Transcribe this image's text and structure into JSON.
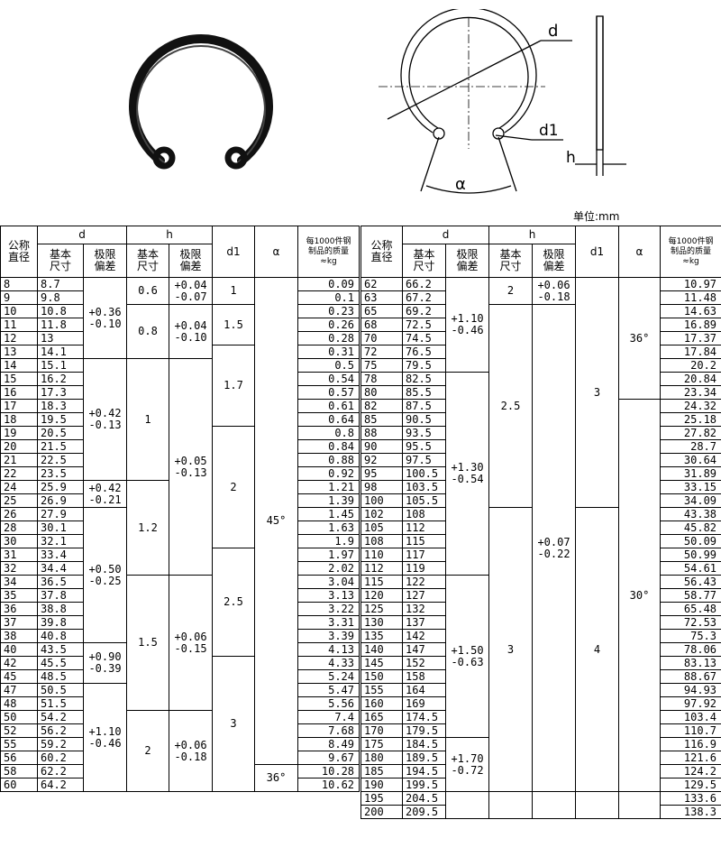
{
  "labels": {
    "d": "d",
    "d1": "d1",
    "h": "h",
    "alpha": "α",
    "unit": "单位:mm",
    "nominal": "公称\n直径",
    "basic": "基本\n尺寸",
    "tolerance": "极限\n偏差",
    "mass": "每1000件钢\n制品的质量\n≈kg"
  },
  "left_table": {
    "rows": [
      {
        "n": "8",
        "d": "8.7",
        "m": "0.09"
      },
      {
        "n": "9",
        "d": "9.8",
        "m": "0.1"
      },
      {
        "n": "10",
        "d": "10.8",
        "m": "0.23"
      },
      {
        "n": "11",
        "d": "11.8",
        "m": "0.26"
      },
      {
        "n": "12",
        "d": "13",
        "m": "0.28"
      },
      {
        "n": "13",
        "d": "14.1",
        "m": "0.31"
      },
      {
        "n": "14",
        "d": "15.1",
        "m": "0.5"
      },
      {
        "n": "15",
        "d": "16.2",
        "m": "0.54"
      },
      {
        "n": "16",
        "d": "17.3",
        "m": "0.57"
      },
      {
        "n": "17",
        "d": "18.3",
        "m": "0.61"
      },
      {
        "n": "18",
        "d": "19.5",
        "m": "0.64"
      },
      {
        "n": "19",
        "d": "20.5",
        "m": "0.8"
      },
      {
        "n": "20",
        "d": "21.5",
        "m": "0.84"
      },
      {
        "n": "21",
        "d": "22.5",
        "m": "0.88"
      },
      {
        "n": "22",
        "d": "23.5",
        "m": "0.92"
      },
      {
        "n": "24",
        "d": "25.9",
        "m": "1.21"
      },
      {
        "n": "25",
        "d": "26.9",
        "m": "1.39"
      },
      {
        "n": "26",
        "d": "27.9",
        "m": "1.45"
      },
      {
        "n": "28",
        "d": "30.1",
        "m": "1.63"
      },
      {
        "n": "30",
        "d": "32.1",
        "m": "1.9"
      },
      {
        "n": "31",
        "d": "33.4",
        "m": "1.97"
      },
      {
        "n": "32",
        "d": "34.4",
        "m": "2.02"
      },
      {
        "n": "34",
        "d": "36.5",
        "m": "3.04"
      },
      {
        "n": "35",
        "d": "37.8",
        "m": "3.13"
      },
      {
        "n": "36",
        "d": "38.8",
        "m": "3.22"
      },
      {
        "n": "37",
        "d": "39.8",
        "m": "3.31"
      },
      {
        "n": "38",
        "d": "40.8",
        "m": "3.39"
      },
      {
        "n": "40",
        "d": "43.5",
        "m": "4.13"
      },
      {
        "n": "42",
        "d": "45.5",
        "m": "4.33"
      },
      {
        "n": "45",
        "d": "48.5",
        "m": "5.24"
      },
      {
        "n": "47",
        "d": "50.5",
        "m": "5.47"
      },
      {
        "n": "48",
        "d": "51.5",
        "m": "5.56"
      },
      {
        "n": "50",
        "d": "54.2",
        "m": "7.4"
      },
      {
        "n": "52",
        "d": "56.2",
        "m": "7.68"
      },
      {
        "n": "55",
        "d": "59.2",
        "m": "8.49"
      },
      {
        "n": "56",
        "d": "60.2",
        "m": "9.67"
      },
      {
        "n": "58",
        "d": "62.2",
        "m": "10.28"
      },
      {
        "n": "60",
        "d": "64.2",
        "m": "10.62"
      }
    ],
    "d_tol": [
      {
        "span": 6,
        "v": "+0.36\n-0.10"
      },
      {
        "span": 9,
        "v": "+0.42\n-0.13"
      },
      {
        "span": 2,
        "v": "+0.42\n-0.21"
      },
      {
        "span": 10,
        "v": "+0.50\n-0.25"
      },
      {
        "span": 3,
        "v": "+0.90\n-0.39"
      },
      {
        "span": 8,
        "v": "+1.10\n-0.46"
      }
    ],
    "h_basic": [
      {
        "span": 2,
        "v": "0.6"
      },
      {
        "span": 4,
        "v": "0.8"
      },
      {
        "span": 9,
        "v": "1"
      },
      {
        "span": 7,
        "v": "1.2"
      },
      {
        "span": 10,
        "v": "1.5"
      },
      {
        "span": 6,
        "v": "2"
      }
    ],
    "h_tol": [
      {
        "span": 2,
        "v": "+0.04\n-0.07"
      },
      {
        "span": 4,
        "v": "+0.04\n-0.10"
      },
      {
        "span": 16,
        "v": "+0.05\n-0.13"
      },
      {
        "span": 10,
        "v": "+0.06\n-0.15"
      },
      {
        "span": 6,
        "v": "+0.06\n-0.18"
      }
    ],
    "d1": [
      {
        "span": 2,
        "v": "1"
      },
      {
        "span": 3,
        "v": "1.5"
      },
      {
        "span": 6,
        "v": "1.7"
      },
      {
        "span": 9,
        "v": "2"
      },
      {
        "span": 8,
        "v": "2.5"
      },
      {
        "span": 10,
        "v": "3"
      }
    ],
    "alpha": [
      {
        "span": 36,
        "v": "45°"
      },
      {
        "span": 2,
        "v": "36°"
      }
    ]
  },
  "right_table": {
    "rows": [
      {
        "n": "62",
        "d": "66.2",
        "m": "10.97"
      },
      {
        "n": "63",
        "d": "67.2",
        "m": "11.48"
      },
      {
        "n": "65",
        "d": "69.2",
        "m": "14.63"
      },
      {
        "n": "68",
        "d": "72.5",
        "m": "16.89"
      },
      {
        "n": "70",
        "d": "74.5",
        "m": "17.37"
      },
      {
        "n": "72",
        "d": "76.5",
        "m": "17.84"
      },
      {
        "n": "75",
        "d": "79.5",
        "m": "20.2"
      },
      {
        "n": "78",
        "d": "82.5",
        "m": "20.84"
      },
      {
        "n": "80",
        "d": "85.5",
        "m": "23.34"
      },
      {
        "n": "82",
        "d": "87.5",
        "m": "24.32"
      },
      {
        "n": "85",
        "d": "90.5",
        "m": "25.18"
      },
      {
        "n": "88",
        "d": "93.5",
        "m": "27.82"
      },
      {
        "n": "90",
        "d": "95.5",
        "m": "28.7"
      },
      {
        "n": "92",
        "d": "97.5",
        "m": "30.64"
      },
      {
        "n": "95",
        "d": "100.5",
        "m": "31.89"
      },
      {
        "n": "98",
        "d": "103.5",
        "m": "33.15"
      },
      {
        "n": "100",
        "d": "105.5",
        "m": "34.09"
      },
      {
        "n": "102",
        "d": "108",
        "m": "43.38"
      },
      {
        "n": "105",
        "d": "112",
        "m": "45.82"
      },
      {
        "n": "108",
        "d": "115",
        "m": "50.09"
      },
      {
        "n": "110",
        "d": "117",
        "m": "50.99"
      },
      {
        "n": "112",
        "d": "119",
        "m": "54.61"
      },
      {
        "n": "115",
        "d": "122",
        "m": "56.43"
      },
      {
        "n": "120",
        "d": "127",
        "m": "58.77"
      },
      {
        "n": "125",
        "d": "132",
        "m": "65.48"
      },
      {
        "n": "130",
        "d": "137",
        "m": "72.53"
      },
      {
        "n": "135",
        "d": "142",
        "m": "75.3"
      },
      {
        "n": "140",
        "d": "147",
        "m": "78.06"
      },
      {
        "n": "145",
        "d": "152",
        "m": "83.13"
      },
      {
        "n": "150",
        "d": "158",
        "m": "88.67"
      },
      {
        "n": "155",
        "d": "164",
        "m": "94.93"
      },
      {
        "n": "160",
        "d": "169",
        "m": "97.92"
      },
      {
        "n": "165",
        "d": "174.5",
        "m": "103.4"
      },
      {
        "n": "170",
        "d": "179.5",
        "m": "110.7"
      },
      {
        "n": "175",
        "d": "184.5",
        "m": "116.9"
      },
      {
        "n": "180",
        "d": "189.5",
        "m": "121.6"
      },
      {
        "n": "185",
        "d": "194.5",
        "m": "124.2"
      },
      {
        "n": "190",
        "d": "199.5",
        "m": "129.5"
      },
      {
        "n": "195",
        "d": "204.5",
        "m": "133.6"
      },
      {
        "n": "200",
        "d": "209.5",
        "m": "138.3"
      }
    ],
    "d_tol": [
      {
        "span": 7,
        "v": "+1.10\n-0.46"
      },
      {
        "span": 15,
        "v": "+1.30\n-0.54"
      },
      {
        "span": 12,
        "v": "+1.50\n-0.63"
      },
      {
        "span": 4,
        "v": "+1.70\n-0.72"
      },
      {
        "span": 2,
        "v": ""
      }
    ],
    "h_basic": [
      {
        "span": 2,
        "v": "2"
      },
      {
        "span": 15,
        "v": "2.5"
      },
      {
        "span": 21,
        "v": "3"
      },
      {
        "span": 2,
        "v": ""
      }
    ],
    "h_tol": [
      {
        "span": 2,
        "v": "+0.06\n-0.18"
      },
      {
        "span": 36,
        "v": "+0.07\n-0.22"
      },
      {
        "span": 2,
        "v": ""
      }
    ],
    "d1": [
      {
        "span": 17,
        "v": "3"
      },
      {
        "span": 21,
        "v": "4"
      },
      {
        "span": 2,
        "v": ""
      }
    ],
    "alpha": [
      {
        "span": 9,
        "v": "36°"
      },
      {
        "span": 29,
        "v": "30°"
      },
      {
        "span": 2,
        "v": ""
      }
    ]
  }
}
